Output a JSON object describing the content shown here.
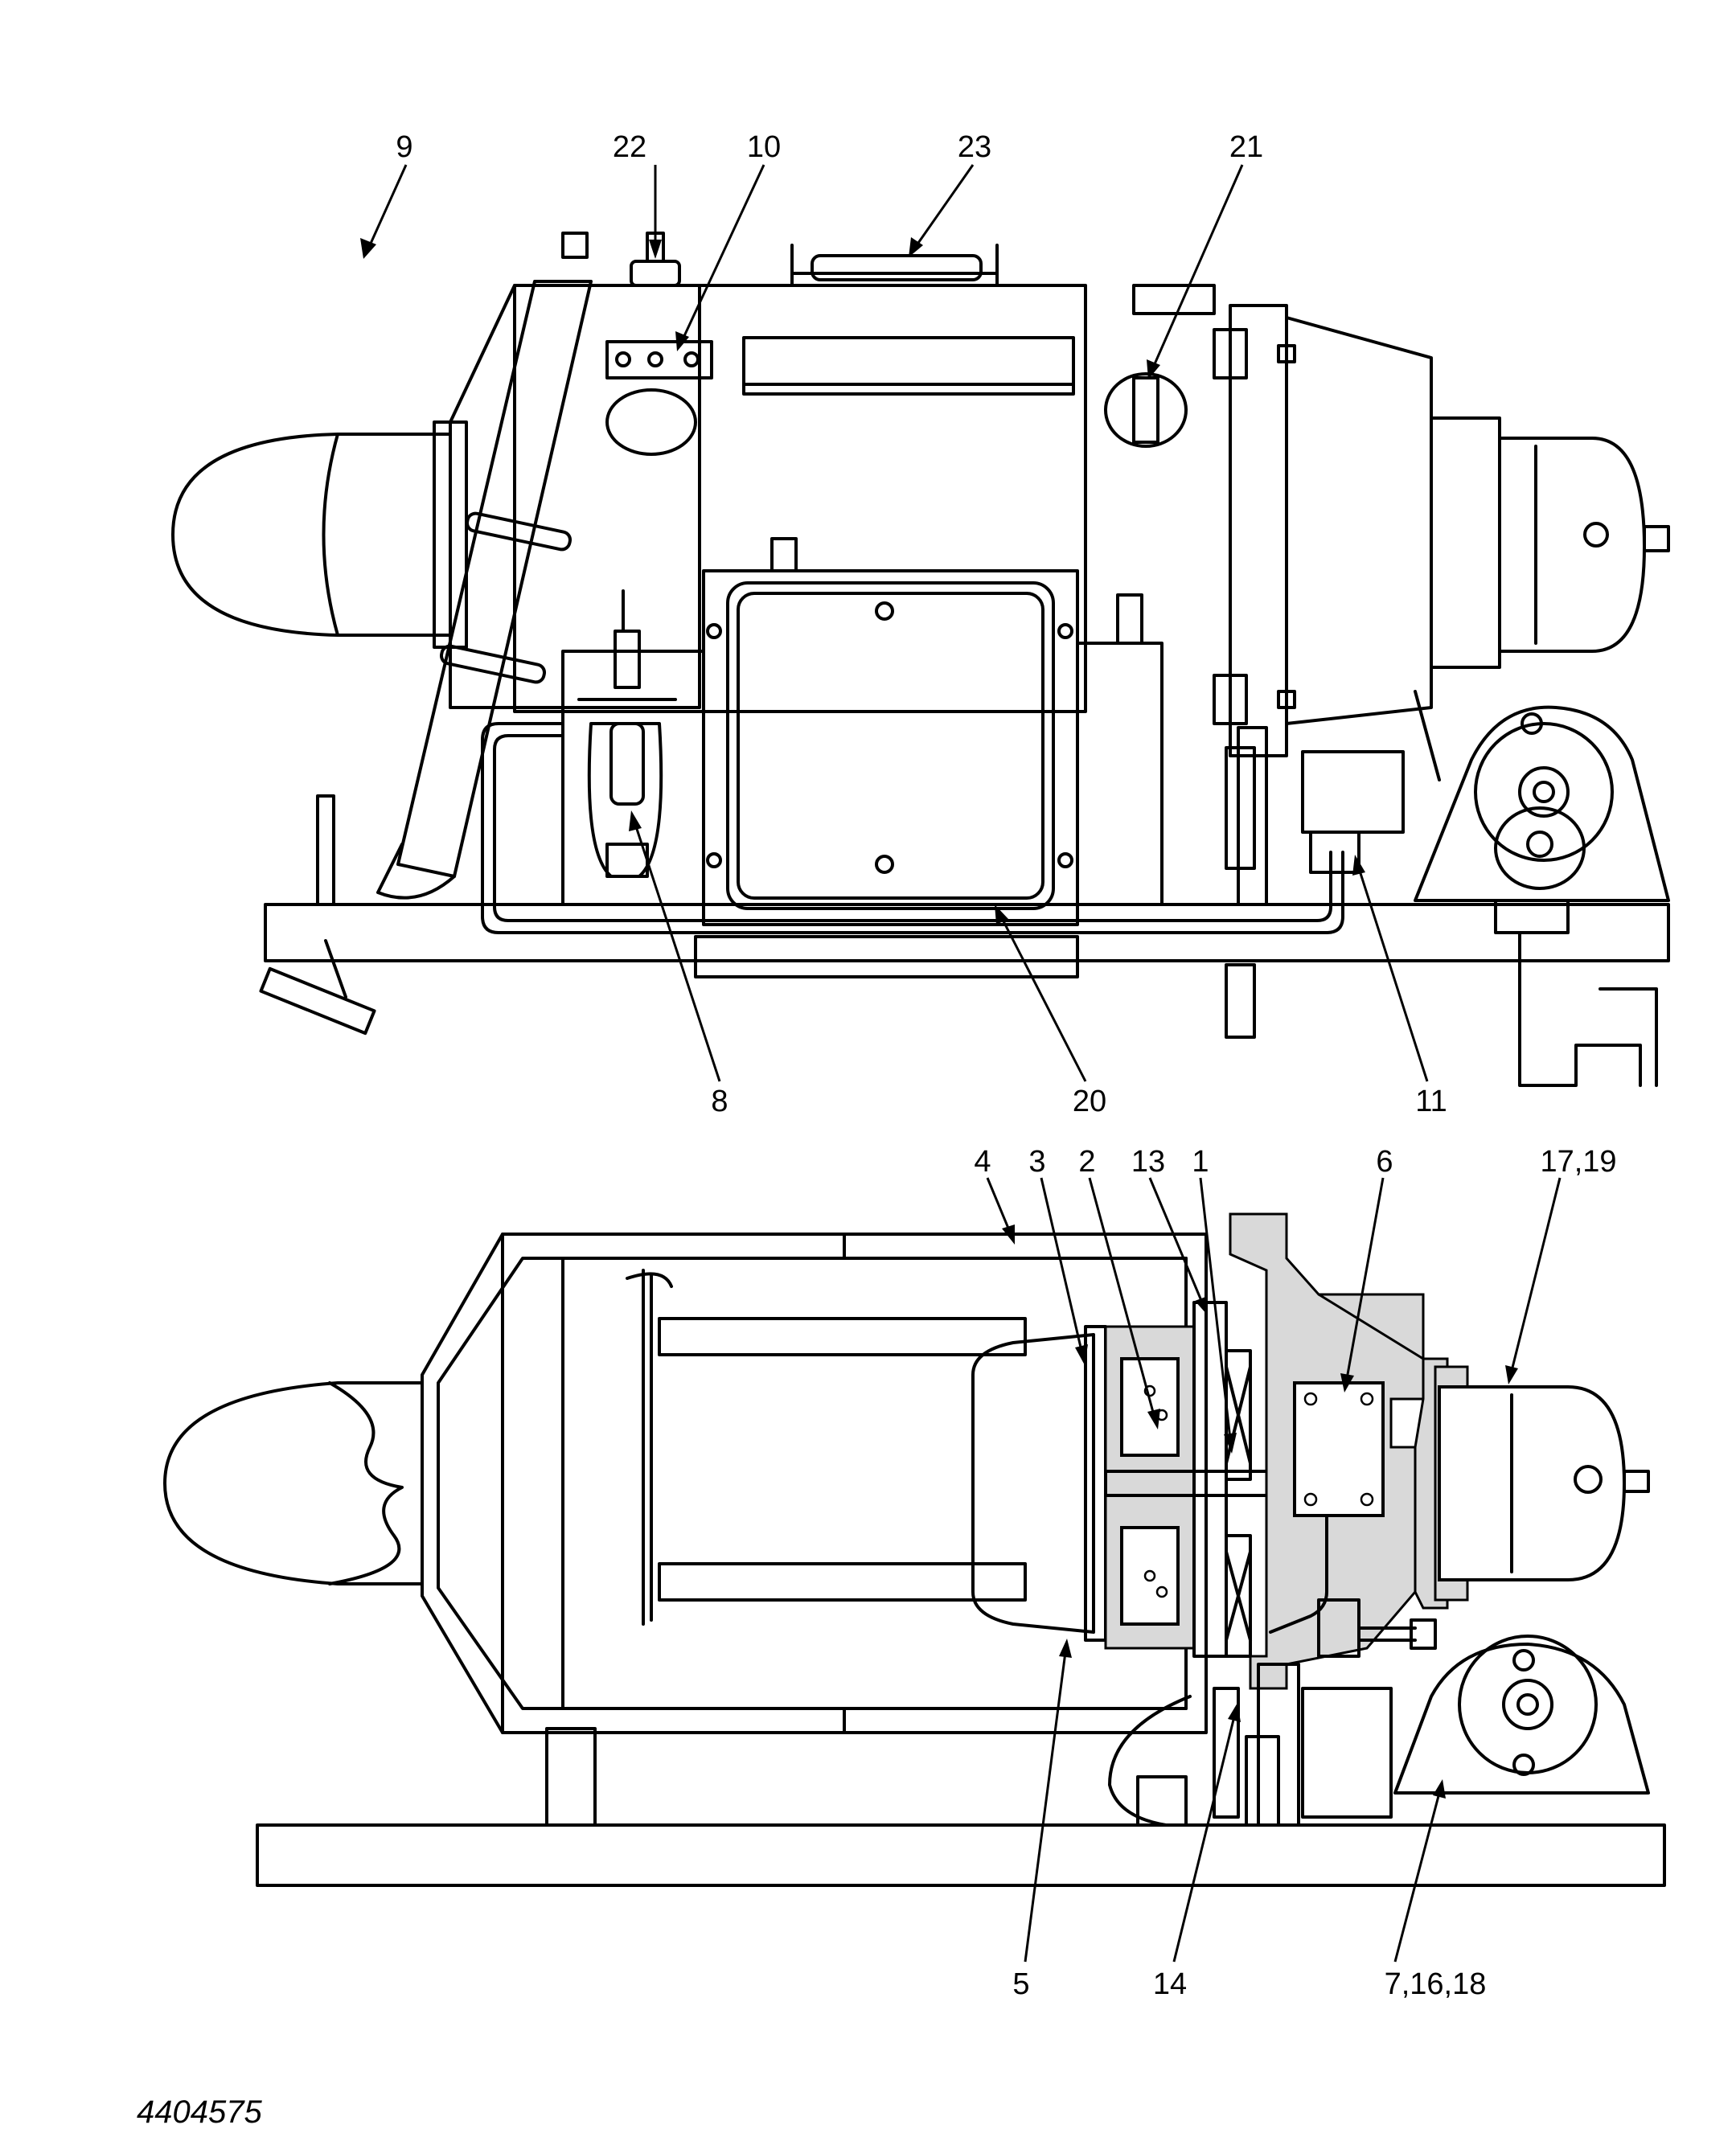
{
  "figure_number": "4404575",
  "top_view": {
    "callouts": {
      "c9": "9",
      "c22": "22",
      "c10": "10",
      "c23": "23",
      "c21": "21",
      "c8": "8",
      "c20": "20",
      "c11": "11"
    }
  },
  "bottom_view": {
    "callouts": {
      "c4": "4",
      "c3": "3",
      "c2": "2",
      "c13": "13",
      "c1": "1",
      "c6": "6",
      "c17_19": "17,19",
      "c5": "5",
      "c14": "14",
      "c7_16_18": "7,16,18"
    }
  }
}
